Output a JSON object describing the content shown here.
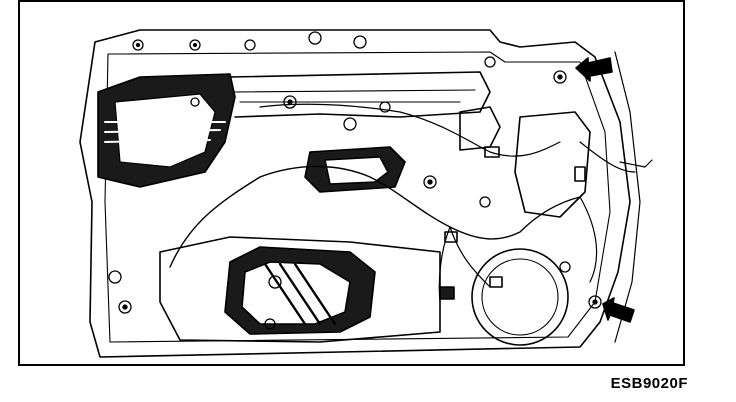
{
  "figure": {
    "code": "ESB9020F",
    "callout_arrows": [
      "arrow-upper-right",
      "arrow-lower-right"
    ]
  },
  "colors": {
    "ink": "#000000",
    "paper": "#ffffff",
    "shade": "#1a1a1a"
  }
}
